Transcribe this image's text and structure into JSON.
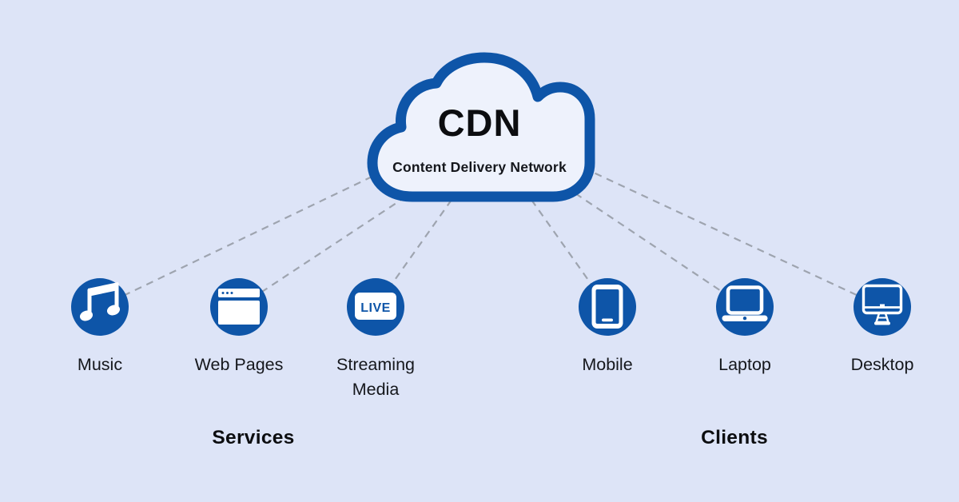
{
  "title": "CDN diagram",
  "colors": {
    "background": "#dde4f7",
    "primary_blue": "#0e55a8",
    "cloud_fill": "#eef2fc",
    "connector_gray": "#9ea4af",
    "text_dark": "#15171c"
  },
  "cloud": {
    "title": "CDN",
    "subtitle": "Content Delivery Network"
  },
  "groups": [
    {
      "label": "Services"
    },
    {
      "label": "Clients"
    }
  ],
  "nodes": [
    {
      "label": "Music",
      "icon": "music-note-icon",
      "group": "Services"
    },
    {
      "label": "Web Pages",
      "icon": "browser-window-icon",
      "group": "Services"
    },
    {
      "label": "Streaming Media",
      "icon": "live-badge-icon",
      "group": "Services",
      "badge": "LIVE"
    },
    {
      "label": "Mobile",
      "icon": "smartphone-icon",
      "group": "Clients"
    },
    {
      "label": "Laptop",
      "icon": "laptop-icon",
      "group": "Clients"
    },
    {
      "label": "Desktop",
      "icon": "desktop-monitor-icon",
      "group": "Clients"
    }
  ]
}
